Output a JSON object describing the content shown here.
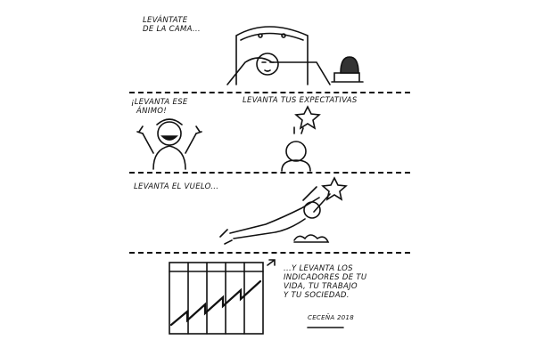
{
  "panels": [
    {
      "caption": "LEVÁNTATE\nDE LA CAMA..."
    },
    {
      "caption": "¡LEVANTA ESE\n  ÁNIMO!",
      "caption2": "LEVANTA TUS EXPECTATIVAS"
    },
    {
      "caption": "LEVANTA EL VUELO..."
    },
    {
      "caption": "...Y LEVANTA LOS\nINDICADORES DE TU\nVIDA, TU TRABAJO\nY TU SOCIEDAD."
    }
  ],
  "signature": "CECEÑA 2018"
}
